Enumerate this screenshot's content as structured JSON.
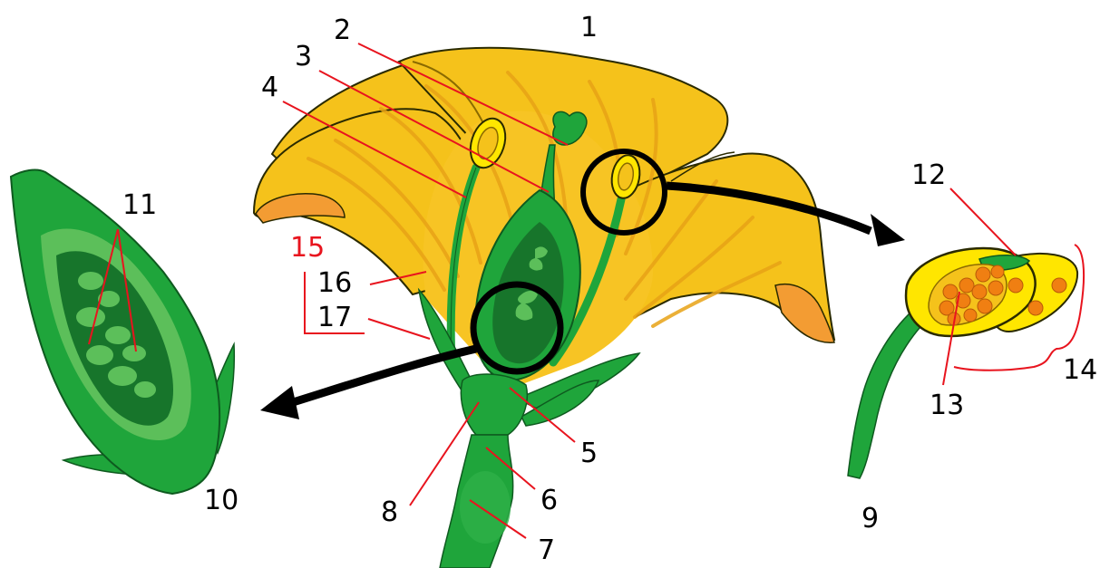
{
  "colors": {
    "petal": "#f5c21b",
    "petal_shadow": "#e8a316",
    "petal_inner": "#f7aa2a",
    "petal_tip": "#f39c33",
    "green": "#1fa53b",
    "dark_green": "#17752b",
    "light_green": "#5cbf5a",
    "anther_yellow": "#ffe600",
    "pollen": "#f07f12",
    "pollen_sac": "#d96a10",
    "leader": "#e8141e",
    "label_text": "#000000",
    "label_red": "#e8141e",
    "circle": "#000000"
  },
  "labels": {
    "l1": "1",
    "l2": "2",
    "l3": "3",
    "l4": "4",
    "l5": "5",
    "l6": "6",
    "l7": "7",
    "l8": "8",
    "l9": "9",
    "l10": "10",
    "l11": "11",
    "l12": "12",
    "l13": "13",
    "l14": "14",
    "l15": "15",
    "l16": "16",
    "l17": "17"
  }
}
